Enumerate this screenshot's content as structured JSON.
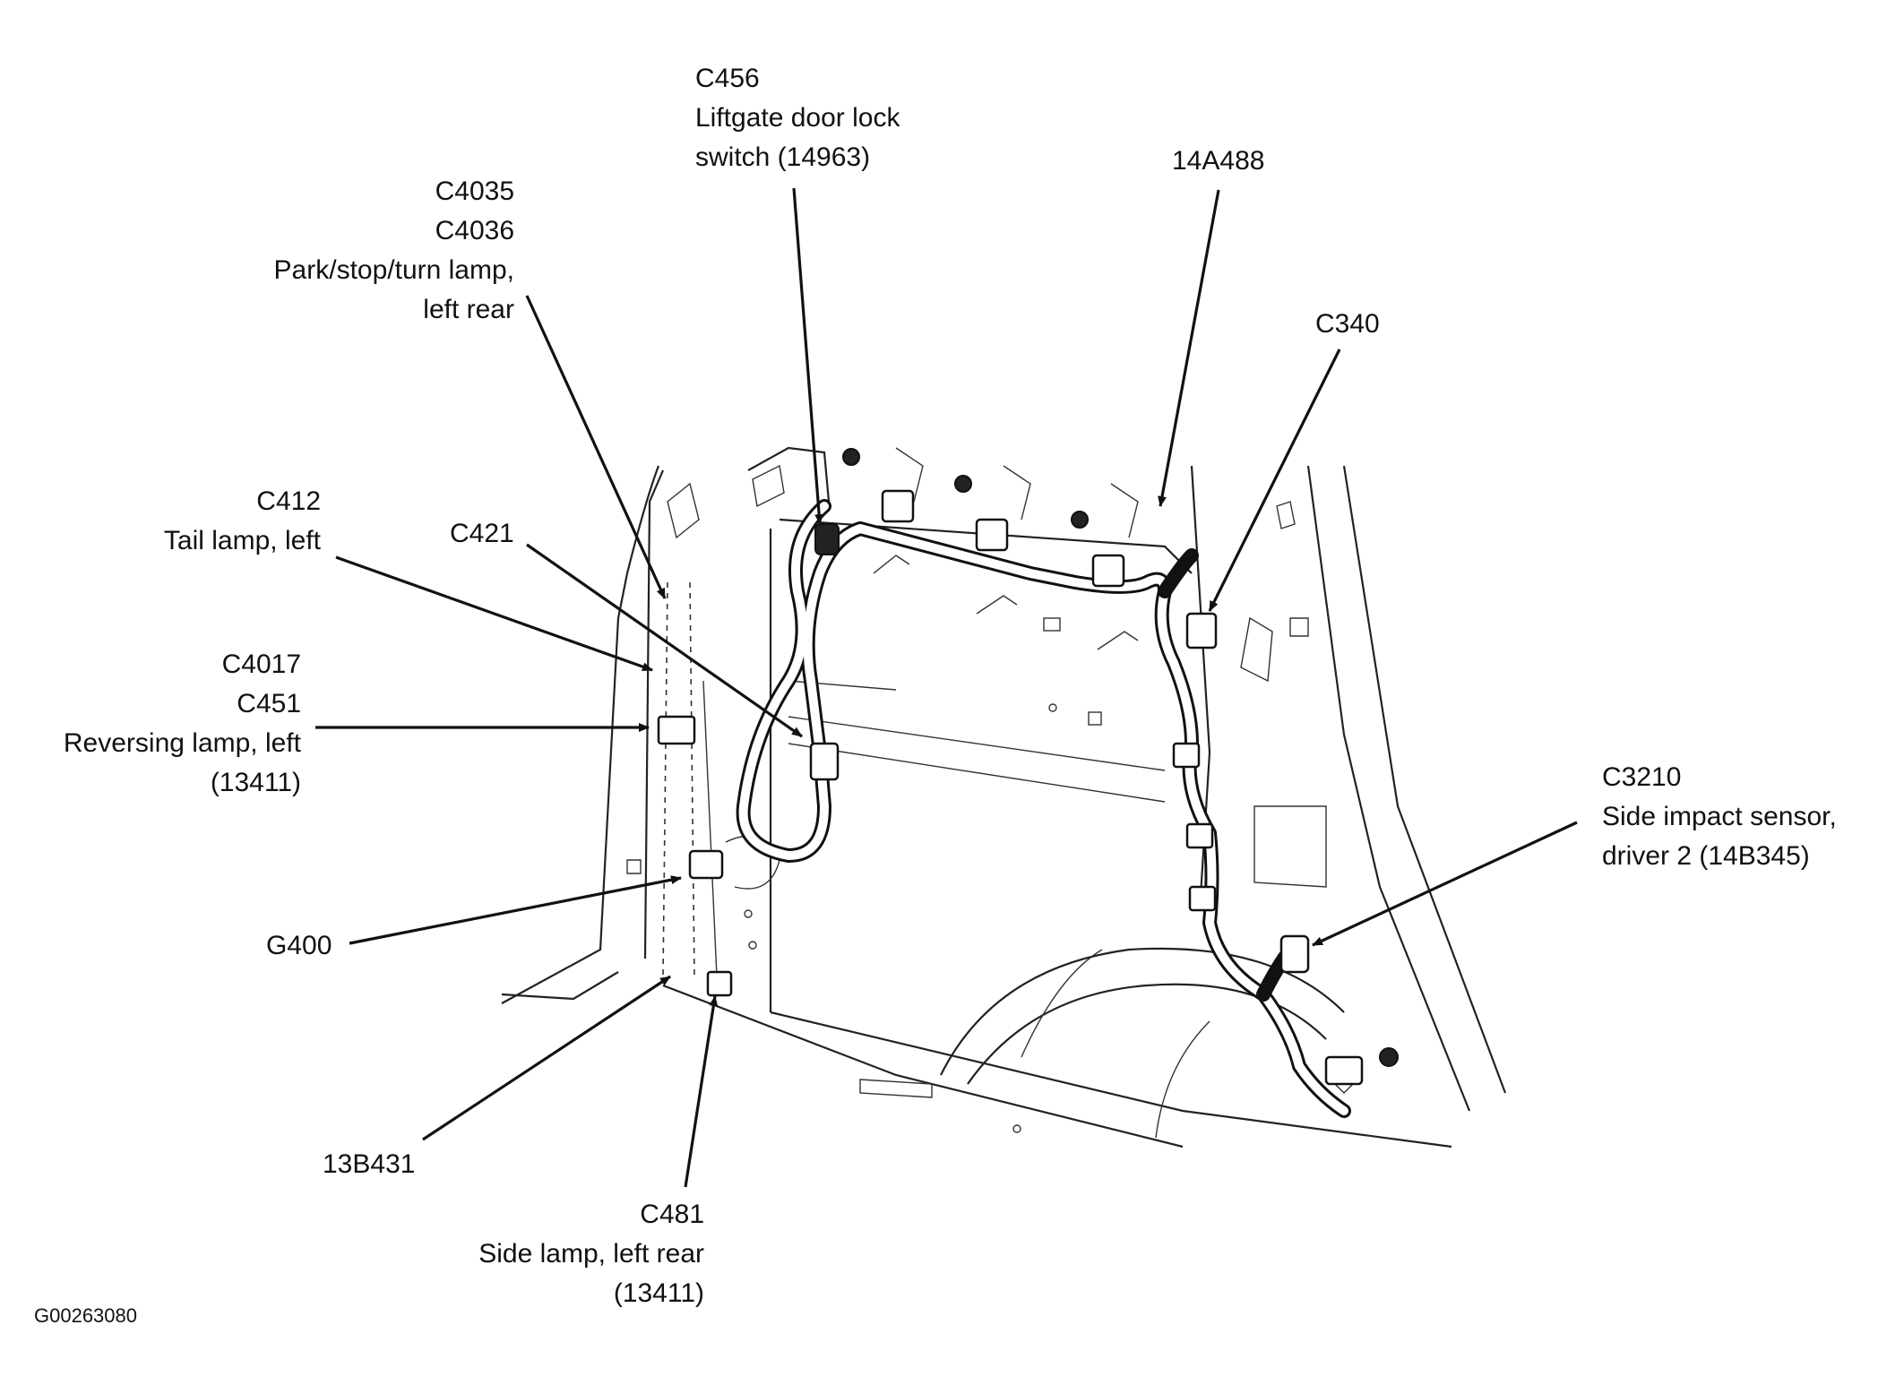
{
  "figure_id": "G00263080",
  "callouts": {
    "c456": [
      "C456",
      "Liftgate door lock",
      "switch (14963)"
    ],
    "c4035": [
      "C4035",
      "C4036",
      "Park/stop/turn lamp,",
      "left rear"
    ],
    "a14a488": [
      "14A488"
    ],
    "c340": [
      "C340"
    ],
    "c412": [
      "C412",
      "Tail lamp, left"
    ],
    "c421": [
      "C421"
    ],
    "c4017": [
      "C4017",
      "C451",
      "Reversing lamp, left",
      "(13411)"
    ],
    "c3210": [
      "C3210",
      "Side impact sensor,",
      "driver 2 (14B345)"
    ],
    "g400": [
      "G400"
    ],
    "b13b431": [
      "13B431"
    ],
    "c481": [
      "C481",
      "Side lamp, left rear",
      "(13411)"
    ]
  }
}
